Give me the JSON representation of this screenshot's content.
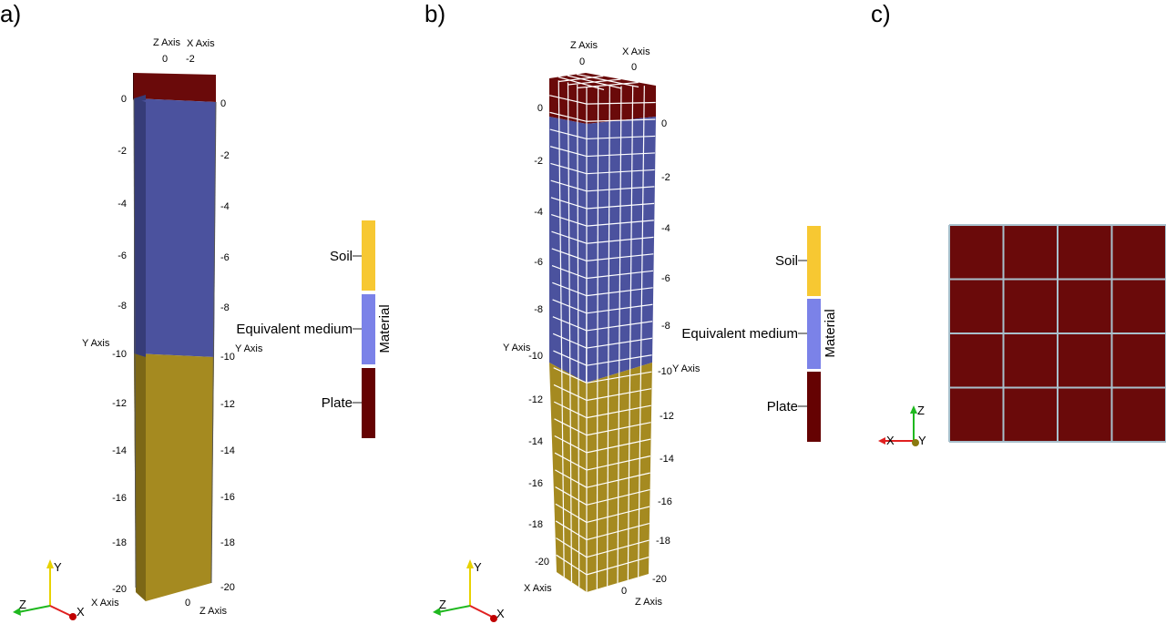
{
  "panels": [
    {
      "label": "a)",
      "y_ticks_left": [
        "0",
        "-2",
        "-4",
        "-6",
        "-8",
        "-10",
        "-12",
        "-14",
        "-16",
        "-18",
        "-20"
      ],
      "y_ticks_right": [
        "0",
        "-2",
        "-4",
        "-6",
        "-8",
        "-10",
        "-12",
        "-14",
        "-16",
        "-18",
        "-20"
      ],
      "top_ticks": [
        "0",
        "-2"
      ],
      "bottom_ticks": [
        "0"
      ],
      "axis_labels": {
        "top_z": "Z Axis",
        "top_x": "X Axis",
        "left_y": "Y Axis",
        "right_y": "Y Axis",
        "bottom_x": "X Axis",
        "bottom_z": "Z Axis"
      },
      "triad": {
        "y": "Y",
        "z": "Z",
        "x": "X"
      }
    },
    {
      "label": "b)",
      "y_ticks_left": [
        "0",
        "-2",
        "-4",
        "-6",
        "-8",
        "-10",
        "-12",
        "-14",
        "-16",
        "-18",
        "-20"
      ],
      "y_ticks_right": [
        "0",
        "-2",
        "-4",
        "-6",
        "-8",
        "-10",
        "-12",
        "-14",
        "-16",
        "-18",
        "-20"
      ],
      "top_ticks": [
        "0",
        "0"
      ],
      "bottom_ticks": [
        "0"
      ],
      "axis_labels": {
        "top_z": "Z Axis",
        "top_x": "X Axis",
        "left_y": "Y Axis",
        "right_y": "Y Axis",
        "bottom_x": "X Axis",
        "bottom_z": "Z Axis"
      },
      "triad": {
        "y": "Y",
        "z": "Z",
        "x": "X"
      }
    },
    {
      "label": "c)",
      "triad": {
        "z": "Z",
        "x": "X",
        "y": "Y"
      }
    }
  ],
  "legend": {
    "title": "Material",
    "entries": [
      {
        "name": "Soil",
        "color": "#f7c832"
      },
      {
        "name": "Equivalent medium",
        "color": "#7b82e8"
      },
      {
        "name": "Plate",
        "color": "#650202"
      }
    ]
  },
  "colors": {
    "plate": "#6a0a0a",
    "plate_dark": "#3e0505",
    "medium": "#4b529e",
    "medium_dark": "#363c78",
    "soil": "#a58a20",
    "soil_dark": "#7c6716",
    "mesh": "#ffffff",
    "grid_panel_c": "#a8c0cc"
  }
}
